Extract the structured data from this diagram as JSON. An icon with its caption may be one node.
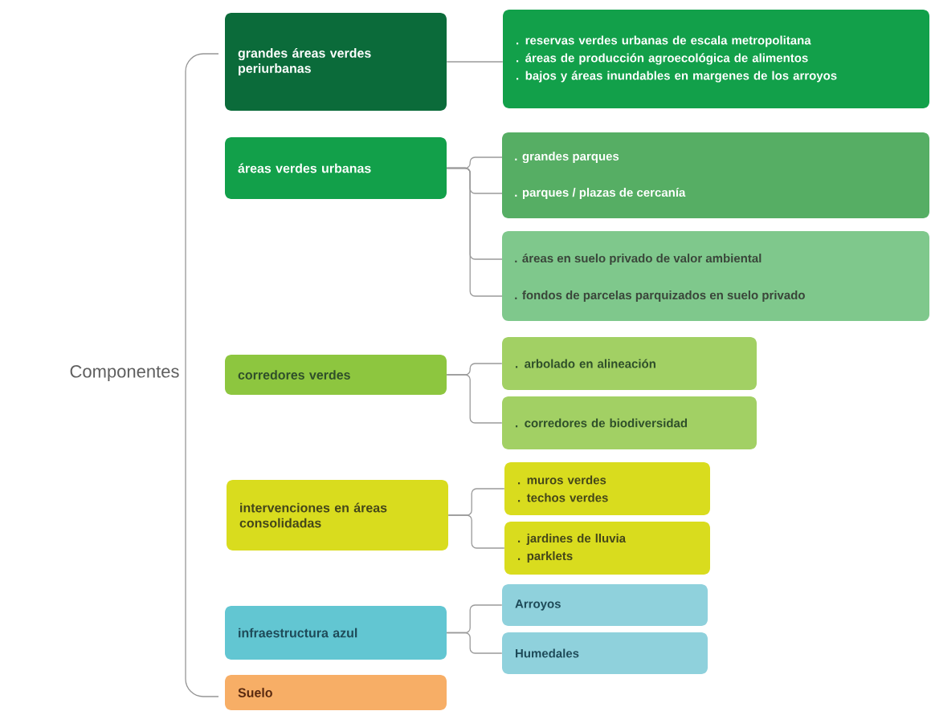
{
  "diagram": {
    "nodes": [
      {
        "text": [
          "grandes áreas verdes periurbanas"
        ]
      },
      {
        "text": [
          ". reservas verdes urbanas de escala metropolitana",
          ". áreas de producción agroecológica de alimentos",
          ". bajos y áreas inundables en margenes de los arroyos"
        ]
      },
      {
        "text": [
          "áreas verdes urbanas"
        ]
      },
      {
        "text": [],
        "shape": "box"
      },
      {
        "text": [
          ". grandes parques"
        ],
        "in": 3
      },
      {
        "text": [
          ". parques / plazas de cercanía"
        ],
        "in": 3
      },
      {
        "text": [],
        "shape": "box"
      },
      {
        "text": [
          ". áreas en suelo privado de valor ambiental"
        ],
        "in": 6
      },
      {
        "text": [
          ". fondos de parcelas parquizados en suelo privado"
        ],
        "in": 6
      },
      {
        "text": [
          "corredores verdes"
        ]
      },
      {
        "text": [
          ". arbolado en alineación"
        ]
      },
      {
        "text": [
          ". corredores de biodiversidad"
        ]
      },
      {
        "text": [
          "intervenciones en áreas consolidadas"
        ]
      },
      {
        "text": [
          ". muros verdes",
          ". techos verdes"
        ]
      },
      {
        "text": [
          ". jardines de lluvia",
          ". parklets"
        ]
      },
      {
        "text": [
          "infraestructura azul"
        ]
      },
      {
        "text": [
          "Arroyos"
        ]
      },
      {
        "text": [
          "Humedales"
        ]
      },
      {
        "text": [
          "Suelo"
        ]
      }
    ],
    "edges": [
      {
        "from": 0,
        "to": 1,
        "arrow": "none"
      },
      {
        "from": 2,
        "to": 4,
        "arrow": "none"
      },
      {
        "from": 2,
        "to": 5,
        "arrow": "none"
      },
      {
        "from": 2,
        "to": 7,
        "arrow": "none"
      },
      {
        "from": 2,
        "to": 8,
        "arrow": "none"
      },
      {
        "from": 9,
        "to": 10,
        "arrow": "none"
      },
      {
        "from": 9,
        "to": 11,
        "arrow": "none"
      },
      {
        "from": 12,
        "to": 13,
        "arrow": "none"
      },
      {
        "from": 12,
        "to": 14,
        "arrow": "none"
      },
      {
        "from": 15,
        "to": 16,
        "arrow": "none"
      },
      {
        "from": 15,
        "to": 17,
        "arrow": "none"
      }
    ],
    "labels": [
      "Componentes"
    ]
  }
}
